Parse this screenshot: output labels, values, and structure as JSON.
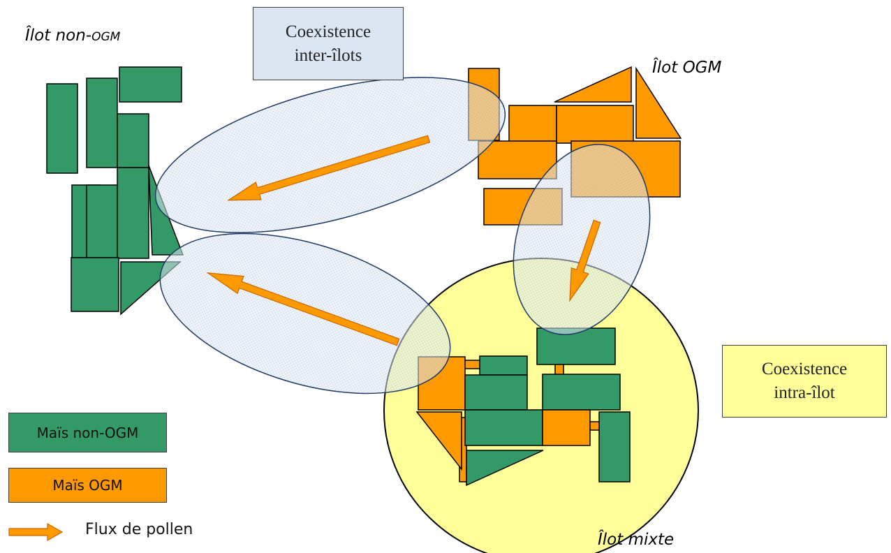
{
  "labels": {
    "ilot_non_ogm_prefix": "Îlot non-",
    "ilot_non_ogm_suffix": "OGM",
    "ilot_ogm": "Îlot OGM",
    "ilot_mixte": "Îlot mixte"
  },
  "boxes": {
    "inter": [
      "Coexistence",
      "inter-îlots"
    ],
    "intra": [
      "Coexistence",
      "intra-îlot"
    ]
  },
  "legend": {
    "non_ogm": "Maïs non-OGM",
    "ogm": "Maïs OGM",
    "flux": "Flux de pollen"
  },
  "colors": {
    "green": "#339966",
    "orange": "#ff9900",
    "ellipse_fill": "#dce6f2",
    "yellow_fill": "#ffff99",
    "box_fill_blue": "#dce6f2",
    "box_fill_yellow": "#ffff99"
  }
}
